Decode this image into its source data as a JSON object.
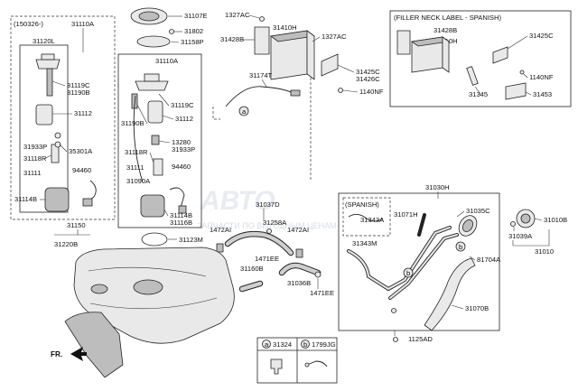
{
  "watermark": {
    "text": "АВТО",
    "sub": "ЗАПЧАСТИ ПО ВЫГОДНЫМ ЦЕНАМ"
  },
  "boxes": {
    "left_header": "(150326-)",
    "filler_header": "(FILLER NECK LABEL - SPANISH)",
    "spanish_header": "(SPANISH)",
    "fr_label": "FR."
  },
  "legend": [
    {
      "symbol": "a",
      "code": "31324"
    },
    {
      "symbol": "b",
      "code": "1799JG"
    }
  ],
  "callouts": [
    {
      "symbol": "a"
    },
    {
      "symbol": "b"
    }
  ],
  "labels": {
    "l31110A_top": "31110A",
    "l31120L": "31120L",
    "l31119C_l": "31119C",
    "l31190B_l": "31190B",
    "l31112_l": "31112",
    "l31933P_l": "31933P",
    "l35301A": "35301A",
    "l31118R_l": "31118R",
    "l31111_l": "31111",
    "l94460_l": "94460",
    "l31114B_l": "31114B",
    "l31107E": "31107E",
    "l31802": "31802",
    "l31158P": "31158P",
    "l31110A_mid": "31110A",
    "l31119C_m": "31119C",
    "l31190B_m": "31190B",
    "l31112_m": "31112",
    "l13280": "13280",
    "l31933P_m": "31933P",
    "l31118R_m": "31118R",
    "l31111_m": "31111",
    "l94460_m": "94460",
    "l31090A": "31090A",
    "l31114B_m": "31114B",
    "l31116B": "31116B",
    "l1327AC_a": "1327AC",
    "l31410H": "31410H",
    "l31428B": "31428B",
    "l1327AC_b": "1327AC",
    "l31174T": "31174T",
    "l31425C": "31425C",
    "l31426C": "31426C",
    "l1140NF": "1140NF",
    "f31428B": "31428B",
    "f31410H": "31410H",
    "f31425C": "31425C",
    "f1140NF": "1140NF",
    "f31345": "31345",
    "f31453": "31453",
    "l31030H": "31030H",
    "l31343A": "31343A",
    "l31071H": "31071H",
    "l31035C": "31035C",
    "l31343M": "31343M",
    "l81704A": "81704A",
    "l31070B": "31070B",
    "l1125AD": "1125AD",
    "l31010B": "31010B",
    "l31039A": "31039A",
    "l31010": "31010",
    "l31037D": "31037D",
    "l31258A": "31258A",
    "l1472AI_a": "1472AI",
    "l1472AI_b": "1472AI",
    "l31123M": "31123M",
    "l1471EE_a": "1471EE",
    "l31160B": "31160B",
    "l31036B": "31036B",
    "l1471EE_b": "1471EE",
    "l31150": "31150",
    "l31220B": "31220B"
  }
}
